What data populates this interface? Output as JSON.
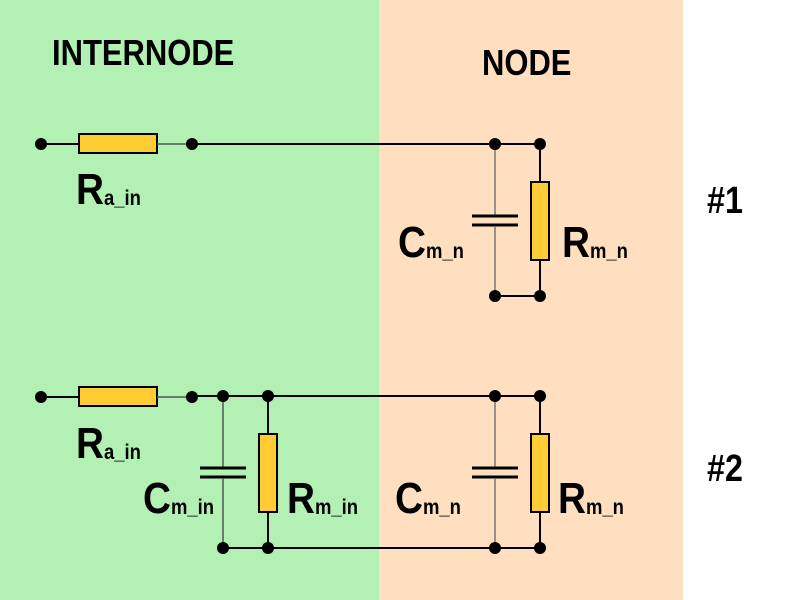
{
  "regions": {
    "internode": {
      "label": "INTERNODE",
      "color": "#b2f0b4"
    },
    "node": {
      "label": "NODE",
      "color": "#ffdfc0"
    }
  },
  "colors": {
    "resistor_fill": "#ffcc33",
    "wire": "#000000",
    "background": "#ffffff"
  },
  "circuits": [
    {
      "id": "#1",
      "components": [
        {
          "type": "resistor",
          "symbol": "R",
          "subscript": "a_in"
        },
        {
          "type": "capacitor",
          "symbol": "C",
          "subscript": "m_n"
        },
        {
          "type": "resistor",
          "symbol": "R",
          "subscript": "m_n"
        }
      ]
    },
    {
      "id": "#2",
      "components": [
        {
          "type": "resistor",
          "symbol": "R",
          "subscript": "a_in"
        },
        {
          "type": "capacitor",
          "symbol": "C",
          "subscript": "m_in"
        },
        {
          "type": "resistor",
          "symbol": "R",
          "subscript": "m_in"
        },
        {
          "type": "capacitor",
          "symbol": "C",
          "subscript": "m_n"
        },
        {
          "type": "resistor",
          "symbol": "R",
          "subscript": "m_n"
        }
      ]
    }
  ]
}
